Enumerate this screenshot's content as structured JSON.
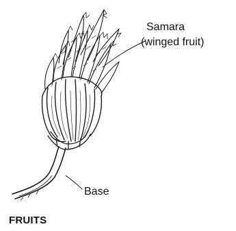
{
  "labels": {
    "samara": "Samara",
    "samara_sub": "(winged fruit)",
    "base": "Base"
  },
  "caption": "FRUITS",
  "colors": {
    "ink": "#1a1a1a",
    "paper": "#ffffff"
  }
}
